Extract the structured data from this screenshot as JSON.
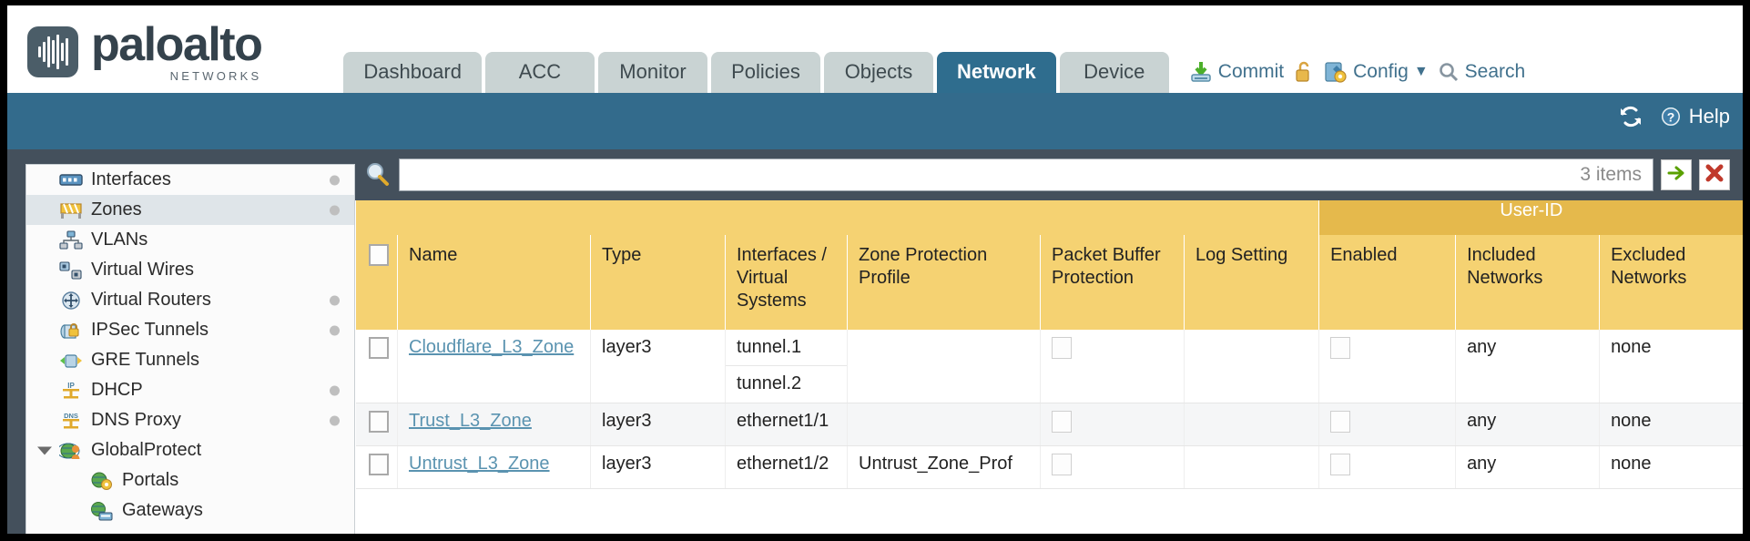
{
  "brand": {
    "name": "paloalto",
    "tagline": "NETWORKS",
    "logo_icon": "paloalto-waveform-logo"
  },
  "tabs": [
    {
      "label": "Dashboard",
      "active": false
    },
    {
      "label": "ACC",
      "active": false
    },
    {
      "label": "Monitor",
      "active": false
    },
    {
      "label": "Policies",
      "active": false
    },
    {
      "label": "Objects",
      "active": false
    },
    {
      "label": "Network",
      "active": true
    },
    {
      "label": "Device",
      "active": false
    }
  ],
  "header_actions": {
    "commit": "Commit",
    "commit_icon": "commit-download-icon",
    "lock_icon": "unlock-icon",
    "config": "Config",
    "config_icon": "config-wrench-icon",
    "config_caret": "▼",
    "search": "Search",
    "search_icon": "search-icon"
  },
  "band": {
    "refresh_icon": "refresh-icon",
    "help": "Help",
    "help_icon": "help-question-icon"
  },
  "sidebar": {
    "items": [
      {
        "label": "Interfaces",
        "icon": "interfaces-icon",
        "dot": true,
        "selected": false,
        "child": false,
        "caret": false
      },
      {
        "label": "Zones",
        "icon": "zones-icon",
        "dot": true,
        "selected": true,
        "child": false,
        "caret": false
      },
      {
        "label": "VLANs",
        "icon": "vlans-icon",
        "dot": false,
        "selected": false,
        "child": false,
        "caret": false
      },
      {
        "label": "Virtual Wires",
        "icon": "virtual-wires-icon",
        "dot": false,
        "selected": false,
        "child": false,
        "caret": false
      },
      {
        "label": "Virtual Routers",
        "icon": "virtual-routers-icon",
        "dot": true,
        "selected": false,
        "child": false,
        "caret": false
      },
      {
        "label": "IPSec Tunnels",
        "icon": "ipsec-tunnels-icon",
        "dot": true,
        "selected": false,
        "child": false,
        "caret": false
      },
      {
        "label": "GRE Tunnels",
        "icon": "gre-tunnels-icon",
        "dot": false,
        "selected": false,
        "child": false,
        "caret": false
      },
      {
        "label": "DHCP",
        "icon": "dhcp-icon",
        "dot": true,
        "selected": false,
        "child": false,
        "caret": false
      },
      {
        "label": "DNS Proxy",
        "icon": "dns-proxy-icon",
        "dot": true,
        "selected": false,
        "child": false,
        "caret": false
      },
      {
        "label": "GlobalProtect",
        "icon": "globalprotect-icon",
        "dot": false,
        "selected": false,
        "child": false,
        "caret": true
      },
      {
        "label": "Portals",
        "icon": "portals-icon",
        "dot": false,
        "selected": false,
        "child": true,
        "caret": false
      },
      {
        "label": "Gateways",
        "icon": "gateways-icon",
        "dot": false,
        "selected": false,
        "child": true,
        "caret": false
      }
    ]
  },
  "search": {
    "value": "",
    "placeholder": "",
    "item_count": "3 items",
    "apply_icon": "green-arrow-apply-icon",
    "clear_icon": "red-x-clear-icon",
    "magnifier_icon": "magnifier-icon"
  },
  "table": {
    "group_header": {
      "userid": "User-ID"
    },
    "columns": [
      "Name",
      "Type",
      "Interfaces / Virtual Systems",
      "Zone Protection Profile",
      "Packet Buffer Protection",
      "Log Setting",
      "Enabled",
      "Included Networks",
      "Excluded Networks"
    ],
    "select_all_checked": false,
    "rows": [
      {
        "selected": false,
        "name": "Cloudflare_L3_Zone",
        "type": "layer3",
        "interfaces": [
          "tunnel.1",
          "tunnel.2"
        ],
        "zone_protection_profile": "",
        "packet_buffer_protection": false,
        "log_setting": "",
        "userid_enabled": false,
        "included_networks": "any",
        "excluded_networks": "none"
      },
      {
        "selected": false,
        "name": "Trust_L3_Zone",
        "type": "layer3",
        "interfaces": [
          "ethernet1/1"
        ],
        "zone_protection_profile": "",
        "packet_buffer_protection": false,
        "log_setting": "",
        "userid_enabled": false,
        "included_networks": "any",
        "excluded_networks": "none"
      },
      {
        "selected": false,
        "name": "Untrust_L3_Zone",
        "type": "layer3",
        "interfaces": [
          "ethernet1/2"
        ],
        "zone_protection_profile": "Untrust_Zone_Prof",
        "packet_buffer_protection": false,
        "log_setting": "",
        "userid_enabled": false,
        "included_networks": "any",
        "excluded_networks": "none"
      }
    ]
  },
  "colors": {
    "brand_blue": "#336b8c",
    "active_tab": "#2f6d8e",
    "tab_idle": "#c9d3d3",
    "header_gold": "#f5d272",
    "group_gold": "#e5b94c",
    "slate": "#44505c",
    "link": "#5a93b0"
  }
}
